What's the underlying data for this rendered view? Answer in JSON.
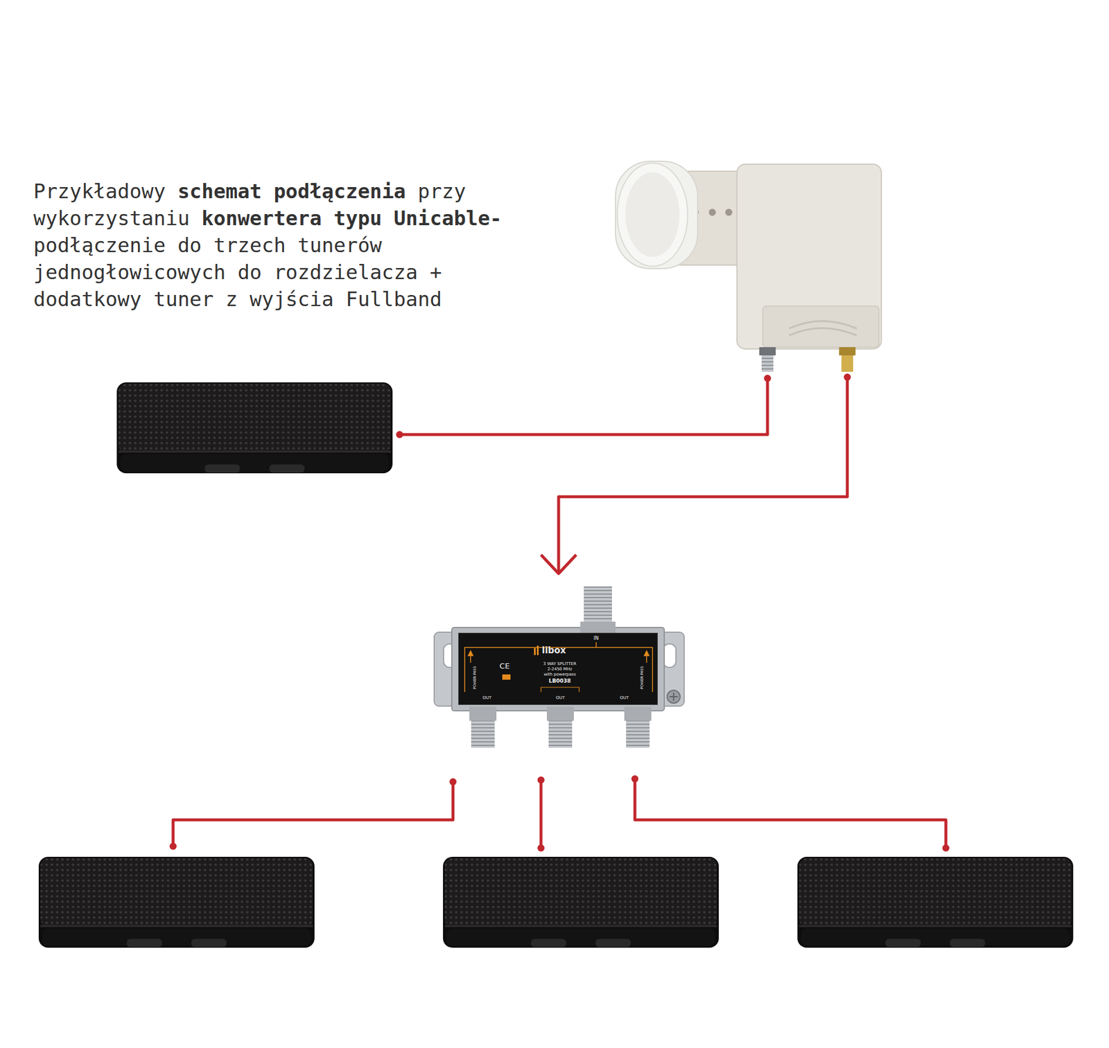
{
  "diagram": {
    "title": "Przykładowy schemat podłączenia przy wykorzystaniu konwertera typu Unicable- podłączenie do trzech tunerów jednogłowicowych do rozdzielacza + dodatkowy tuner z wyjścia Fullband",
    "nodes": [
      {
        "text": [
          "IN",
          "libox",
          "CE",
          "3 WAY SPLITTER",
          "2-2450 MHz",
          "with powerpass",
          "LB0038",
          "POWER PASS",
          "POWER PASS",
          "OUT",
          "OUT",
          "OUT"
        ]
      }
    ]
  }
}
